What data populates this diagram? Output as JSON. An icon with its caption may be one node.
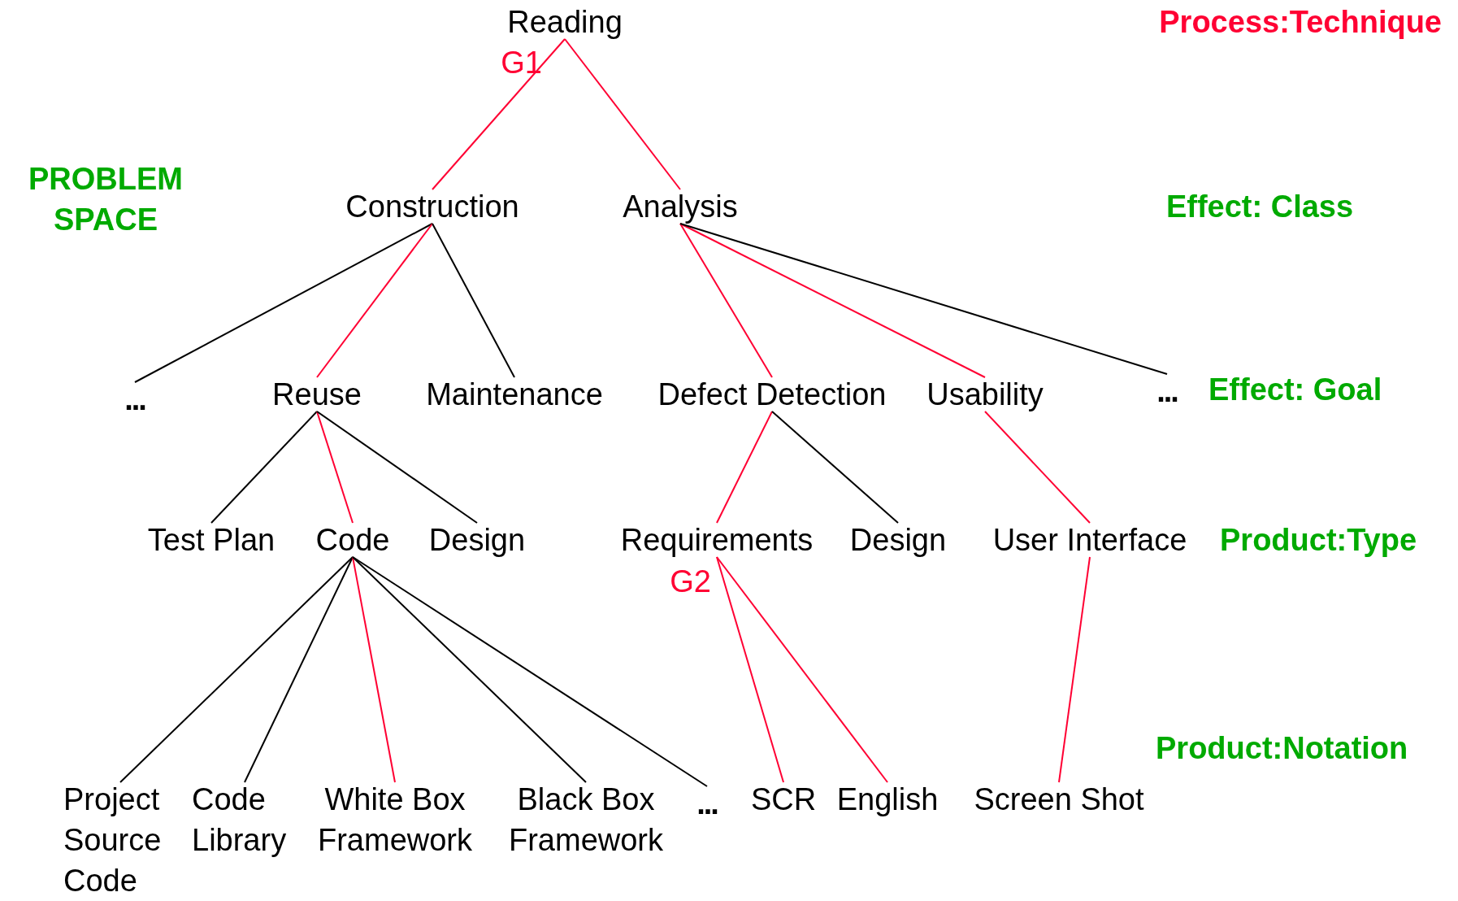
{
  "diagram": {
    "nodes": [
      {
        "text": [
          "Reading"
        ]
      },
      {
        "text": [
          "Construction"
        ]
      },
      {
        "text": [
          "Analysis"
        ]
      },
      {
        "text": [
          "..."
        ]
      },
      {
        "text": [
          "Reuse"
        ]
      },
      {
        "text": [
          "Maintenance"
        ]
      },
      {
        "text": [
          "Defect Detection"
        ]
      },
      {
        "text": [
          "Usability"
        ]
      },
      {
        "text": [
          "..."
        ]
      },
      {
        "text": [
          "Test Plan"
        ]
      },
      {
        "text": [
          "Code"
        ]
      },
      {
        "text": [
          "Design"
        ]
      },
      {
        "text": [
          "Requirements"
        ]
      },
      {
        "text": [
          "Design"
        ]
      },
      {
        "text": [
          "User Interface"
        ]
      },
      {
        "text": [
          "Project Source Code"
        ]
      },
      {
        "text": [
          "Code Library"
        ]
      },
      {
        "text": [
          "White Box Framework"
        ]
      },
      {
        "text": [
          "Black Box Framework"
        ]
      },
      {
        "text": [
          "..."
        ]
      },
      {
        "text": [
          "SCR"
        ]
      },
      {
        "text": [
          "English"
        ]
      },
      {
        "text": [
          "Screen Shot"
        ]
      }
    ],
    "edges": [
      {
        "from": 0,
        "to": 1,
        "arrow": "none"
      },
      {
        "from": 0,
        "to": 2,
        "arrow": "none"
      },
      {
        "from": 1,
        "to": 3,
        "arrow": "none",
        "color": "#000000"
      },
      {
        "from": 1,
        "to": 4,
        "arrow": "none"
      },
      {
        "from": 1,
        "to": 5,
        "arrow": "none",
        "color": "#000000"
      },
      {
        "from": 2,
        "to": 6,
        "arrow": "none"
      },
      {
        "from": 2,
        "to": 7,
        "arrow": "none"
      },
      {
        "from": 2,
        "to": 8,
        "arrow": "none",
        "color": "#000000"
      },
      {
        "from": 4,
        "to": 9,
        "arrow": "none",
        "color": "#000000"
      },
      {
        "from": 4,
        "to": 10,
        "arrow": "none"
      },
      {
        "from": 4,
        "to": 11,
        "arrow": "none",
        "color": "#000000"
      },
      {
        "from": 6,
        "to": 12,
        "arrow": "none"
      },
      {
        "from": 6,
        "to": 13,
        "arrow": "none",
        "color": "#000000"
      },
      {
        "from": 7,
        "to": 14,
        "arrow": "none"
      },
      {
        "from": 10,
        "to": 15,
        "arrow": "none",
        "color": "#000000"
      },
      {
        "from": 10,
        "to": 16,
        "arrow": "none",
        "color": "#000000"
      },
      {
        "from": 10,
        "to": 17,
        "arrow": "none"
      },
      {
        "from": 10,
        "to": 18,
        "arrow": "none",
        "color": "#000000"
      },
      {
        "from": 10,
        "to": 19,
        "arrow": "none",
        "color": "#000000"
      },
      {
        "from": 12,
        "to": 20,
        "arrow": "none"
      },
      {
        "from": 12,
        "to": 21,
        "arrow": "none"
      },
      {
        "from": 14,
        "to": 22,
        "arrow": "none"
      }
    ],
    "labels": [
      "Process:Technique",
      "G1",
      "PROBLEM SPACE",
      "Effect: Class",
      "Effect: Goal",
      "Product:Type",
      "G2",
      "Product:Notation"
    ]
  }
}
